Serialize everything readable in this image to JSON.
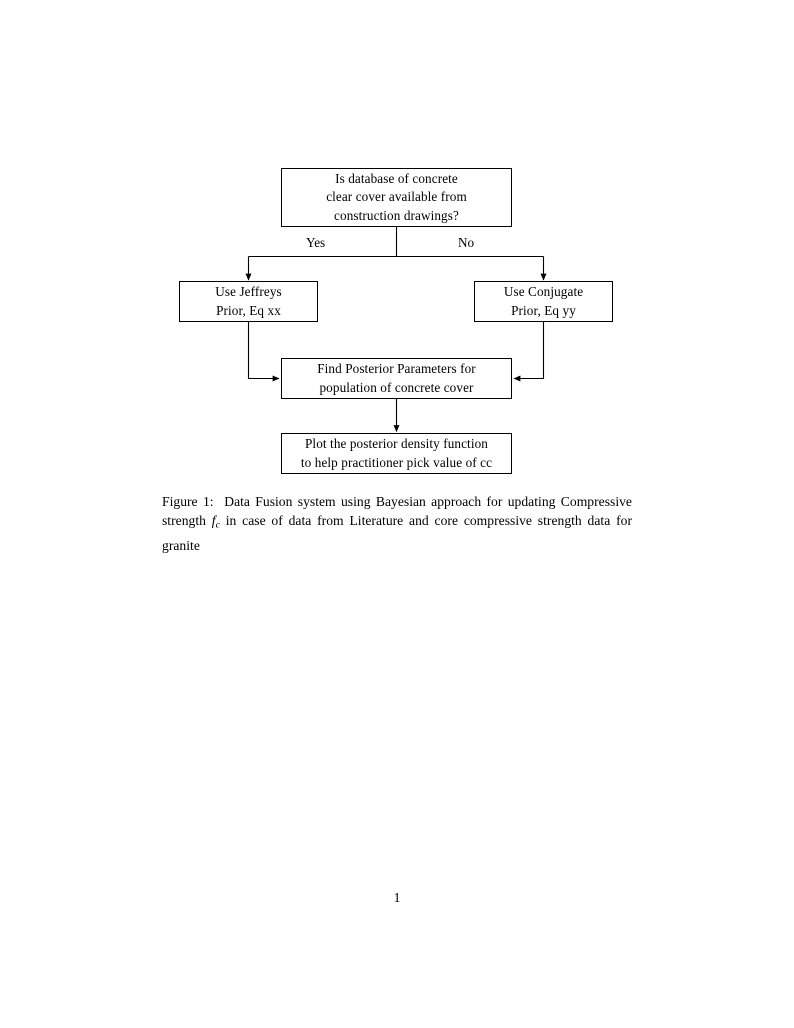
{
  "document": {
    "page_number": "1"
  },
  "figure": {
    "nodes": {
      "decision": {
        "lines": [
          "Is database of concrete",
          "clear cover available from",
          "construction drawings?"
        ]
      },
      "jeffreys": {
        "lines": [
          "Use Jeffreys",
          "Prior, Eq xx"
        ]
      },
      "conjugate": {
        "lines": [
          "Use Conjugate",
          "Prior, Eq yy"
        ]
      },
      "posterior": {
        "lines": [
          "Find Posterior Parameters for",
          "population of concrete cover"
        ]
      },
      "plot": {
        "lines": [
          "Plot the posterior density function",
          "to help practitioner pick value of cc"
        ]
      }
    },
    "branch_labels": {
      "yes": "Yes",
      "no": "No"
    },
    "caption": {
      "label": "Figure 1:",
      "text_part_1": "Data Fusion system using Bayesian approach for updating Compressive strength",
      "math_variable": "f",
      "math_subscript": "c",
      "text_part_2": "in case of data from Literature and core compressive strength data for granite"
    }
  },
  "colors": {
    "ink": "#000000",
    "paper": "#ffffff"
  }
}
